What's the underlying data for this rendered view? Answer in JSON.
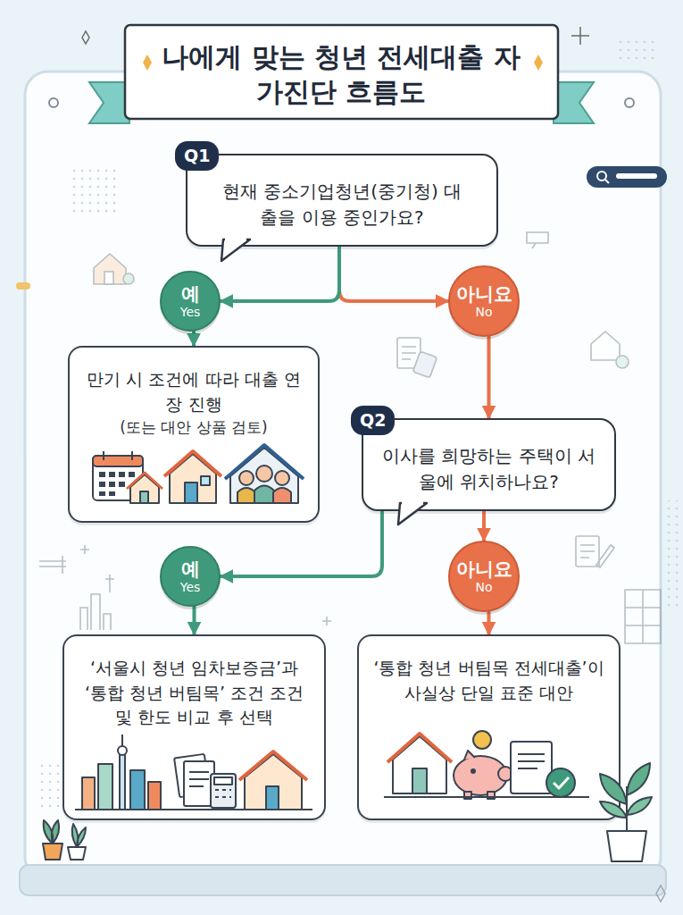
{
  "diagram": {
    "title": "나에게 맞는 청년 전세대출 자가진단 흐름도",
    "nodes": [
      {
        "text": [
          "Q1",
          "현재 중소기업청년(중기청) 대출을 이용 중인가요?"
        ]
      },
      {
        "text": [
          "예",
          "Yes"
        ]
      },
      {
        "text": [
          "아니요",
          "No"
        ]
      },
      {
        "text": [
          "만기 시 조건에 따라 대출 연장 진행",
          "(또는 대안 상품 검토)"
        ]
      },
      {
        "text": [
          "Q2",
          "이사를 희망하는 주택이 서울에 위치하나요?"
        ]
      },
      {
        "text": [
          "예",
          "Yes"
        ]
      },
      {
        "text": [
          "아니요",
          "No"
        ]
      },
      {
        "text": [
          "‘서울시 청년 임차보증금’과 ‘통합 청년 버팀목’ 조건 조건 및 한도 비교 후 선택"
        ]
      },
      {
        "text": [
          "‘통합 청년 버팀목 전세대출’이 사실상 단일 표준 대안"
        ]
      }
    ],
    "edges": [
      {
        "from": 0,
        "to": 1,
        "arrow": "to"
      },
      {
        "from": 0,
        "to": 2,
        "arrow": "to"
      },
      {
        "from": 1,
        "to": 3,
        "arrow": "to"
      },
      {
        "from": 2,
        "to": 4,
        "arrow": "to"
      },
      {
        "from": 4,
        "to": 5,
        "arrow": "to"
      },
      {
        "from": 4,
        "to": 6,
        "arrow": "to"
      },
      {
        "from": 5,
        "to": 7,
        "arrow": "to"
      },
      {
        "from": 6,
        "to": 8,
        "arrow": "to"
      }
    ]
  }
}
